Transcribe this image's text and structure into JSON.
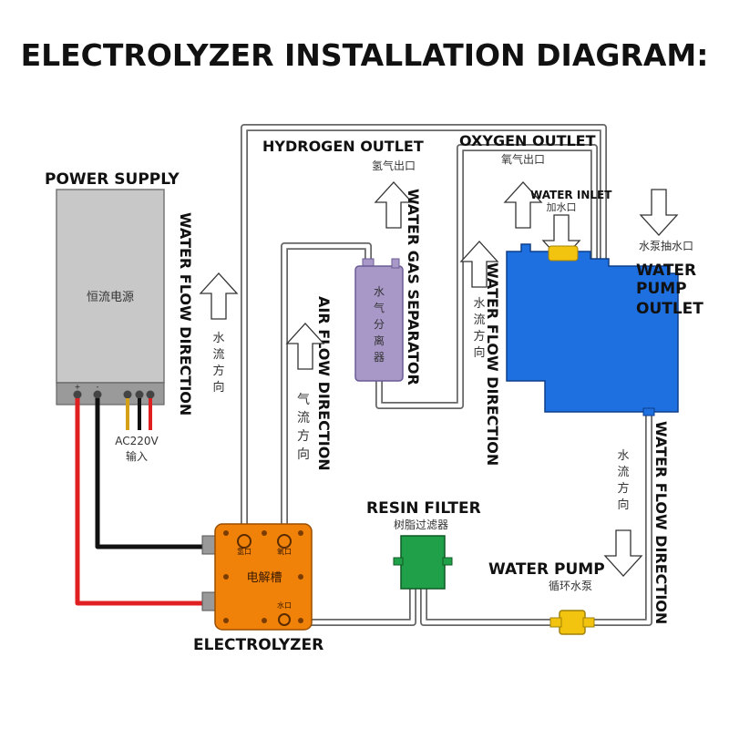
{
  "title": "ELECTROLYZER INSTALLATION DIAGRAM:",
  "labels": {
    "power_supply": "POWER SUPPLY",
    "power_supply_cn": "恒流电源",
    "ac_input": "AC220V",
    "ac_input_cn": "输入",
    "hydrogen_outlet": "HYDROGEN OUTLET",
    "hydrogen_outlet_cn": "氢气出口",
    "oxygen_outlet": "OXYGEN OUTLET",
    "oxygen_outlet_cn": "氧气出口",
    "water_inlet": "WATER INLET",
    "water_inlet_cn": "加水口",
    "water_pump_outlet_cn": "水泵抽水口",
    "water_pump_outlet_1": "WATER",
    "water_pump_outlet_2": "PUMP",
    "water_pump_outlet_3": "OUTLET",
    "water_gas_separator": "WATER GAS SEPARATOR",
    "separator_cn_1": "水",
    "separator_cn_2": "气",
    "separator_cn_3": "分",
    "separator_cn_4": "离",
    "separator_cn_5": "器",
    "water_flow_direction": "WATER FLOW DIRECTION",
    "water_flow_cn_1": "水",
    "water_flow_cn_2": "流",
    "water_flow_cn_3": "方",
    "water_flow_cn_4": "向",
    "air_flow_direction": "AIR FLOW DIRECTION",
    "air_flow_cn_1": "气",
    "air_flow_cn_2": "流",
    "air_flow_cn_3": "方",
    "air_flow_cn_4": "向",
    "resin_filter": "RESIN FILTER",
    "resin_filter_cn": "树脂过滤器",
    "water_pump": "WATER PUMP",
    "water_pump_cn": "循环水泵",
    "electrolyzer": "ELECTROLYZER",
    "electrolyzer_cn": "电解槽",
    "port_cn_1": "氢口",
    "port_cn_2": "氧口",
    "port_cn_3": "水口",
    "terminal_plus": "+",
    "terminal_minus": "-"
  },
  "colors": {
    "power_supply_body": "#c8c8c8",
    "electrolyzer_body": "#f0820a",
    "tank_body": "#1e6fe0",
    "separator_body": "#a898c8",
    "filter_body": "#21a04a",
    "pump_body": "#f2c40f",
    "wire_red": "#e02020",
    "wire_black": "#111111",
    "wire_yellow": "#d4a017"
  }
}
